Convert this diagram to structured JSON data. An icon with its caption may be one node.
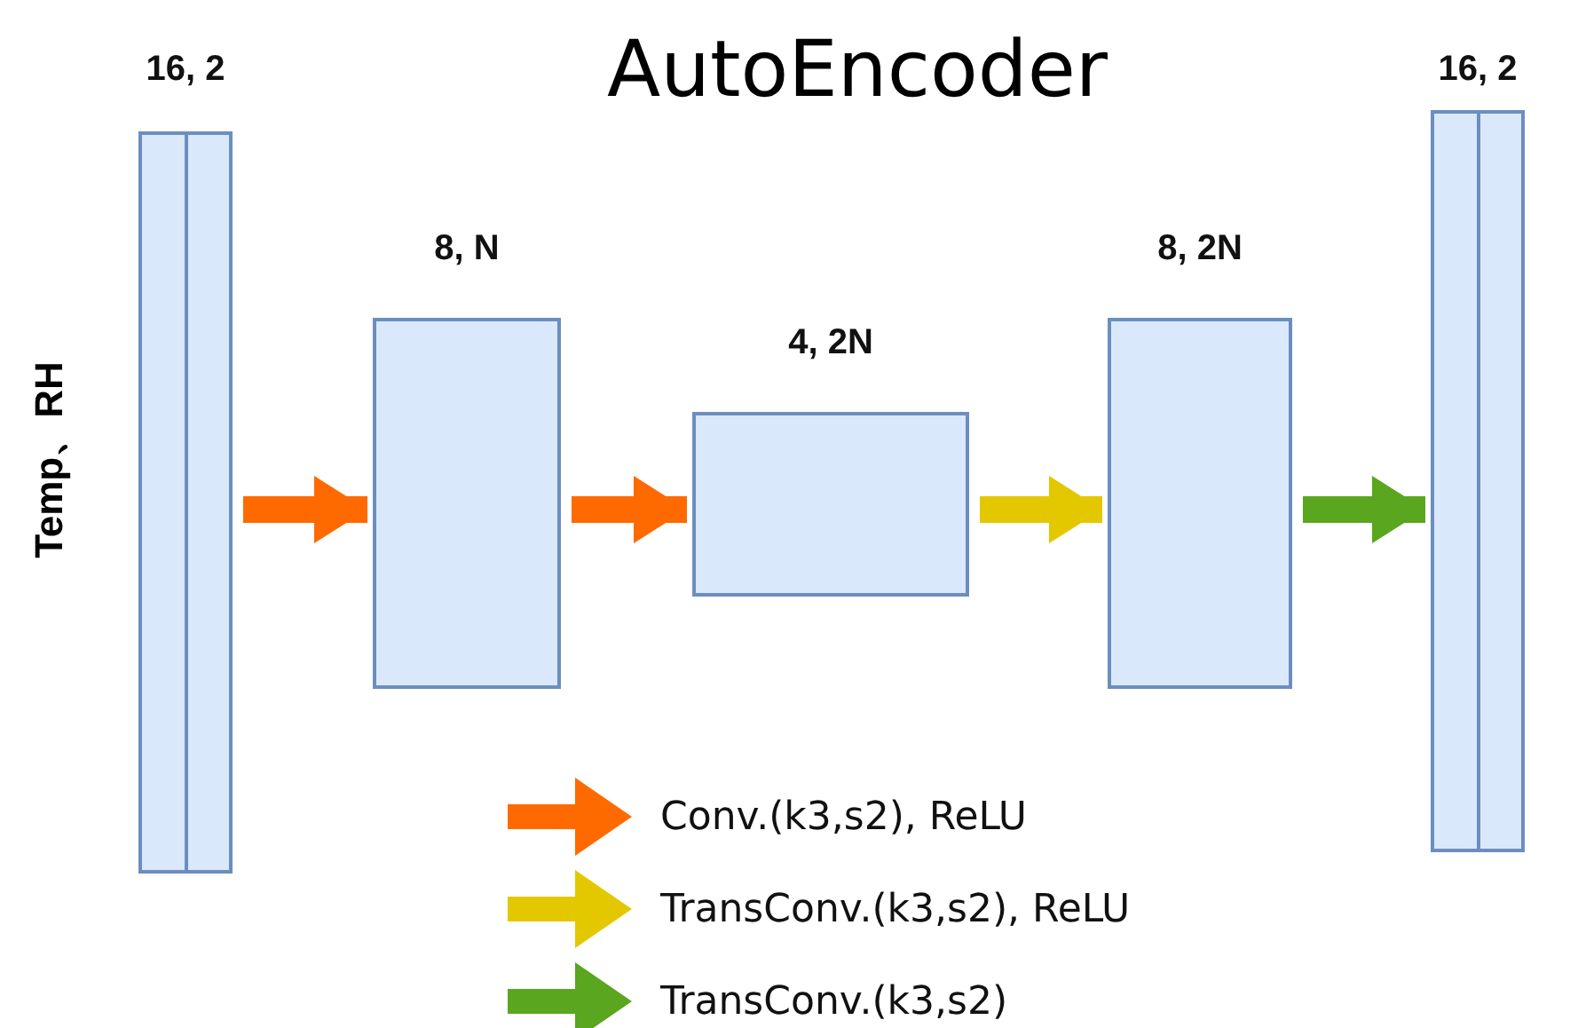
{
  "diagram": {
    "title": "AutoEncoder",
    "nodes": [
      {
        "text": [
          "16, 2"
        ],
        "beside": [
          "Temp、RH"
        ]
      },
      {
        "text": [
          "8, N"
        ]
      },
      {
        "text": [
          "4, 2N"
        ]
      },
      {
        "text": [
          "8, 2N"
        ]
      },
      {
        "text": [
          "16, 2"
        ]
      }
    ],
    "edges": [
      {
        "from": 0,
        "to": 1,
        "arrow": "to",
        "color": "#ff6a00"
      },
      {
        "from": 1,
        "to": 2,
        "arrow": "to",
        "color": "#ff6a00"
      },
      {
        "from": 2,
        "to": 3,
        "arrow": "to",
        "color": "#e3c800"
      },
      {
        "from": 3,
        "to": 4,
        "arrow": "to",
        "color": "#5aa61e"
      }
    ],
    "legend": [
      {
        "text": "Conv.(k3,s2), ReLU",
        "color": "#ff6a00"
      },
      {
        "text": "TransConv.(k3,s2), ReLU",
        "color": "#e3c800"
      },
      {
        "text": "TransConv.(k3,s2)",
        "color": "#5aa61e"
      }
    ]
  }
}
